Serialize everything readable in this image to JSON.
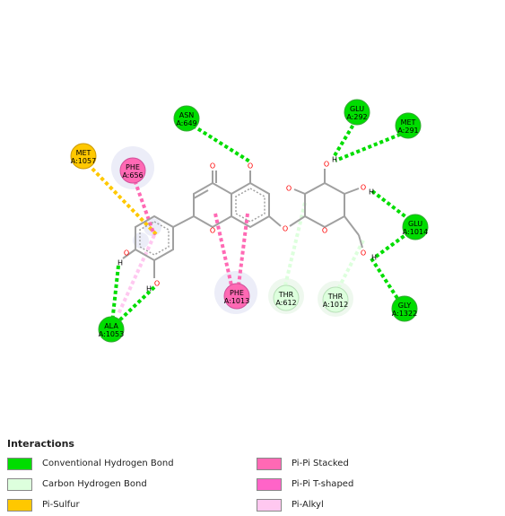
{
  "colors": {
    "conventional_h_bond": "#00dd00",
    "carbon_h_bond": "#ddffdd",
    "pi_sulfur": "#ffc800",
    "pi_pi_stacked": "#ff69b4",
    "pi_pi_tshaped": "#ff64c8",
    "pi_alkyl": "#ffc8f0",
    "bond": "#a0a0a0",
    "oxygen": "#ff0000",
    "hydrogen": "#000000"
  },
  "residues": [
    {
      "id": "asn649",
      "name": "ASN",
      "chain_id": "A:649",
      "type": "conventional_h_bond"
    },
    {
      "id": "glu292",
      "name": "GLU",
      "chain_id": "A:292",
      "type": "conventional_h_bond"
    },
    {
      "id": "met291",
      "name": "MET",
      "chain_id": "A:291",
      "type": "conventional_h_bond"
    },
    {
      "id": "met1057",
      "name": "MET",
      "chain_id": "A:1057",
      "type": "pi_sulfur"
    },
    {
      "id": "phe656",
      "name": "PHE",
      "chain_id": "A:656",
      "type": "pi_pi_stacked"
    },
    {
      "id": "glu1014",
      "name": "GLU",
      "chain_id": "A:1014",
      "type": "conventional_h_bond"
    },
    {
      "id": "phe1013",
      "name": "PHE",
      "chain_id": "A:1013",
      "type": "pi_pi_stacked"
    },
    {
      "id": "thr612",
      "name": "THR",
      "chain_id": "A:612",
      "type": "carbon_h_bond"
    },
    {
      "id": "thr1012",
      "name": "THR",
      "chain_id": "A:1012",
      "type": "carbon_h_bond"
    },
    {
      "id": "gly1322",
      "name": "GLY",
      "chain_id": "A:1322",
      "type": "conventional_h_bond"
    },
    {
      "id": "ala1053",
      "name": "ALA",
      "chain_id": "A:1053",
      "type": "conventional_h_bond"
    }
  ],
  "atom_labels": {
    "oxygen": "O",
    "hydrogen": "H"
  },
  "legend": {
    "title": "Interactions",
    "items": [
      {
        "label": "Conventional Hydrogen Bond",
        "type": "conventional_h_bond"
      },
      {
        "label": "Carbon Hydrogen Bond",
        "type": "carbon_h_bond"
      },
      {
        "label": "Pi-Sulfur",
        "type": "pi_sulfur"
      },
      {
        "label": "Pi-Pi Stacked",
        "type": "pi_pi_stacked"
      },
      {
        "label": "Pi-Pi T-shaped",
        "type": "pi_pi_tshaped"
      },
      {
        "label": "Pi-Alkyl",
        "type": "pi_alkyl"
      }
    ]
  }
}
